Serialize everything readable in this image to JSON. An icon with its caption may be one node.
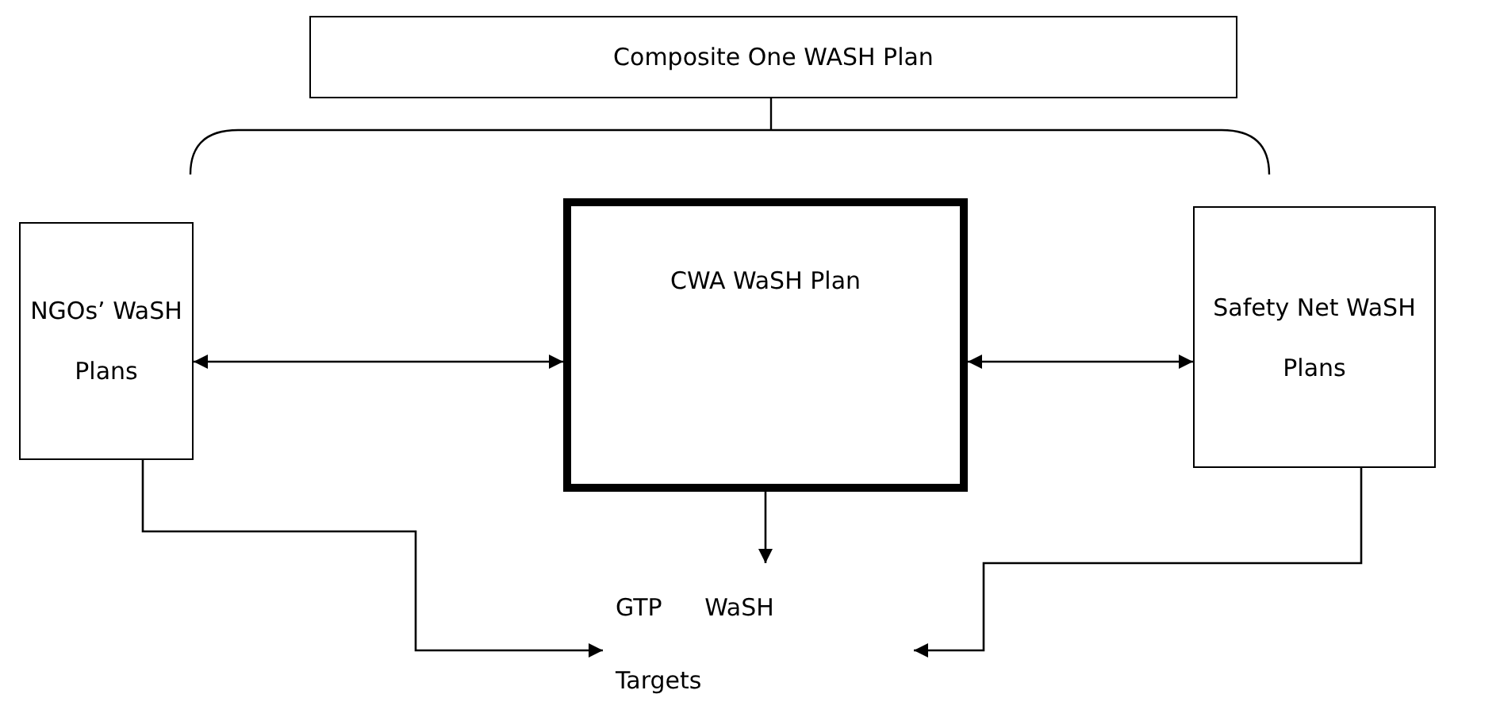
{
  "diagram": {
    "nodes": [
      {
        "text": [
          "Composite One WASH Plan"
        ]
      },
      {
        "text": [
          "NGOs’ WaSH Plans"
        ]
      },
      {
        "text": [
          "CWA WaSH Plan"
        ]
      },
      {
        "text": [
          "Safety Net WaSH Plans"
        ]
      },
      {
        "text": [
          "GTP WaSH Targets"
        ]
      }
    ],
    "edges": [
      {
        "from": 1,
        "to": 2,
        "arrow": "both"
      },
      {
        "from": 2,
        "to": 3,
        "arrow": "both"
      },
      {
        "from": 2,
        "to": 4,
        "arrow": "to"
      },
      {
        "from": 1,
        "to": 4,
        "arrow": "to"
      },
      {
        "from": 3,
        "to": 4,
        "arrow": "to"
      }
    ]
  }
}
